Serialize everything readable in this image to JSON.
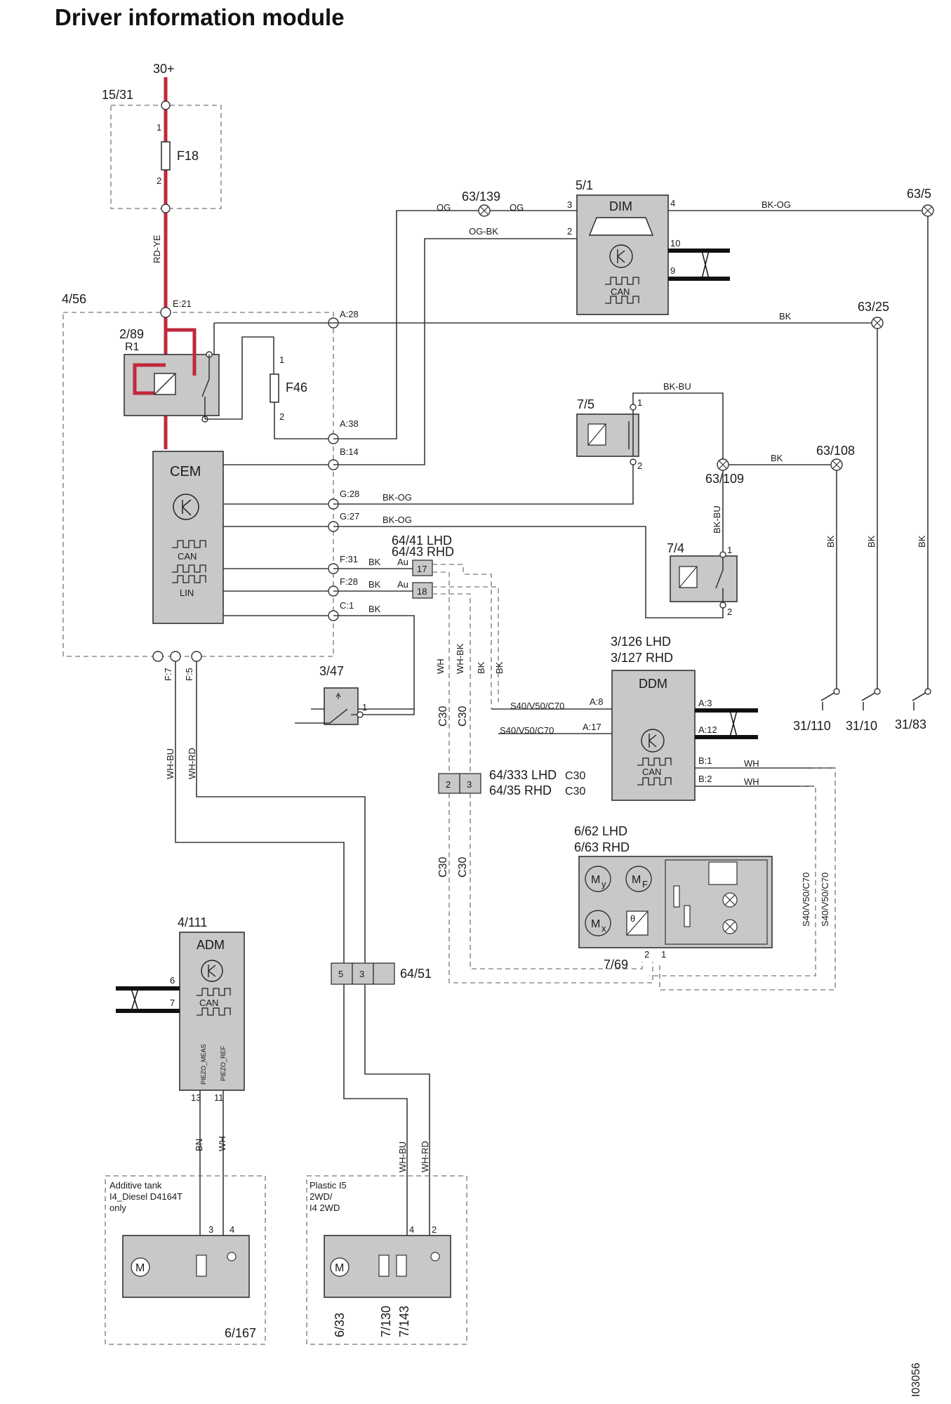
{
  "title": "Driver information module",
  "figure_id": "I03056",
  "labels": {
    "batt": "30+",
    "fusebox": "15/31",
    "f18": "F18",
    "f46": "F46",
    "cem_module": "4/56",
    "relay_ref": "2/89",
    "relay_name": "R1",
    "cem": "CEM",
    "dim_ref": "5/1",
    "dim": "DIM",
    "gnd_63_139": "63/139",
    "gnd_63_5": "63/5",
    "gnd_63_25": "63/25",
    "gnd_63_108": "63/108",
    "gnd_63_109": "63/109",
    "sw_7_5": "7/5",
    "sw_7_4": "7/4",
    "sw_3_47": "3/47",
    "conn_lhd": "64/41 LHD",
    "conn_rhd": "64/43 RHD",
    "ddm_lhd": "3/126 LHD",
    "ddm_rhd": "3/127 RHD",
    "ddm": "DDM",
    "c333": "64/333 LHD",
    "c35": "64/35 RHD",
    "c30": "C30",
    "mirror_lhd": "6/62 LHD",
    "mirror_rhd": "6/63  RHD",
    "s769": "7/69",
    "adm_ref": "4/111",
    "adm": "ADM",
    "c6451": "64/51",
    "tank_note": "Additive tank\nI4_Diesel  D4164T\nonly",
    "tank_ref": "6/167",
    "plastic_note": "Plastic I5\n2WD/\nI4 2WD",
    "pump_ref": "6/33",
    "s7130": "7/130",
    "s7143": "7/143",
    "g31_110": "31/110",
    "g31_10": "31/10",
    "g31_83": "31/83",
    "can": "CAN",
    "lin": "LIN",
    "piezo_meas": "PIEZO_MEAS",
    "piezo_ref": "PIEZO_REF",
    "variant": "S40/V50/C70"
  },
  "wires": {
    "rdye": "RD-YE",
    "og": "OG",
    "ogbk": "OG-BK",
    "bkog": "BK-OG",
    "bk": "BK",
    "bkbu": "BK-BU",
    "wh": "WH",
    "whbk": "WH-BK",
    "whbu": "WH-BU",
    "whrd": "WH-RD",
    "bn": "BN",
    "au": "Au"
  },
  "pins": {
    "e21": "E:21",
    "a28": "A:28",
    "a38": "A:38",
    "b14": "B:14",
    "g28": "G:28",
    "g27": "G:27",
    "f31": "F:31",
    "f28": "F:28",
    "c1": "C:1",
    "f7": "F:7",
    "f5": "F:5",
    "da3": "A:3",
    "da12": "A:12",
    "da8": "A:8",
    "da17": "A:17",
    "db1": "B:1",
    "db2": "B:2"
  }
}
